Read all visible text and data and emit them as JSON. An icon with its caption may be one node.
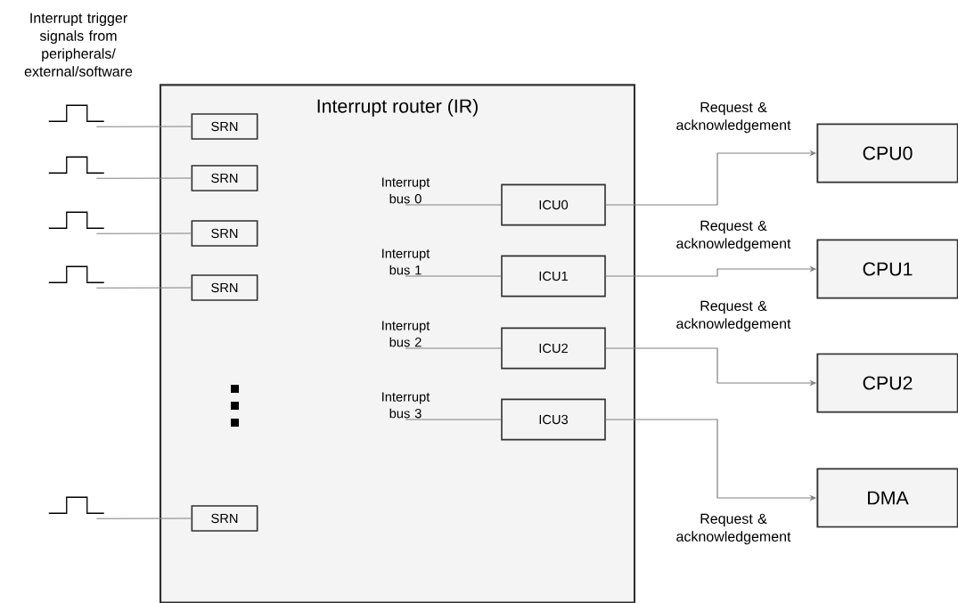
{
  "diagram": {
    "nodes": [
      {
        "text": [
          "Interrupt router (IR)"
        ]
      },
      {
        "text": [
          "SRN"
        ],
        "in": 0
      },
      {
        "text": [
          "SRN"
        ],
        "in": 0
      },
      {
        "text": [
          "SRN"
        ],
        "in": 0
      },
      {
        "text": [
          "SRN"
        ],
        "in": 0
      },
      {
        "text": [
          "SRN"
        ],
        "in": 0
      },
      {
        "text": [
          "Interrupt bus 0"
        ],
        "in": 0
      },
      {
        "text": [
          "ICU0"
        ],
        "in": 0
      },
      {
        "text": [
          "Interrupt bus 1"
        ],
        "in": 0
      },
      {
        "text": [
          "ICU1"
        ],
        "in": 0
      },
      {
        "text": [
          "Interrupt bus 2"
        ],
        "in": 0
      },
      {
        "text": [
          "ICU2"
        ],
        "in": 0
      },
      {
        "text": [
          "Interrupt bus 3"
        ],
        "in": 0
      },
      {
        "text": [
          "ICU3"
        ],
        "in": 0
      },
      {
        "text": [
          "CPU0"
        ]
      },
      {
        "text": [
          "CPU1"
        ]
      },
      {
        "text": [
          "CPU2"
        ]
      },
      {
        "text": [
          "DMA"
        ]
      },
      {
        "text": [],
        "shape": "pulse"
      },
      {
        "text": [],
        "shape": "pulse"
      },
      {
        "text": [],
        "shape": "pulse"
      },
      {
        "text": [],
        "shape": "pulse"
      },
      {
        "text": [],
        "shape": "pulse"
      }
    ],
    "edges": [
      {
        "from": 18,
        "to": 1,
        "arrow": "none"
      },
      {
        "from": 19,
        "to": 2,
        "arrow": "none"
      },
      {
        "from": 20,
        "to": 3,
        "arrow": "none"
      },
      {
        "from": 21,
        "to": 4,
        "arrow": "none"
      },
      {
        "from": 22,
        "to": 5,
        "arrow": "none"
      },
      {
        "from": 6,
        "to": 7,
        "arrow": "none"
      },
      {
        "from": 8,
        "to": 9,
        "arrow": "none"
      },
      {
        "from": 10,
        "to": 11,
        "arrow": "none"
      },
      {
        "from": 12,
        "to": 13,
        "arrow": "none"
      },
      {
        "from": 7,
        "to": 14,
        "arrow": "to",
        "label": "Request & acknowledgement"
      },
      {
        "from": 9,
        "to": 15,
        "arrow": "to",
        "label": "Request & acknowledgement"
      },
      {
        "from": 11,
        "to": 16,
        "arrow": "to",
        "label": "Request & acknowledgement"
      },
      {
        "from": 13,
        "to": 17,
        "arrow": "to",
        "label": "Request & acknowledgement"
      }
    ],
    "labels": [
      "Interrupt trigger signals from peripherals/ external/software"
    ]
  }
}
